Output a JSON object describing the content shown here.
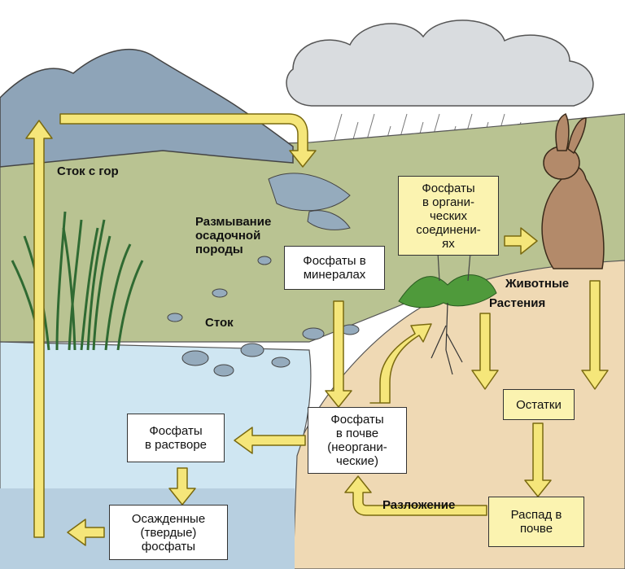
{
  "labels": {
    "mountain_runoff": "Сток с гор",
    "rock_erosion": "Размывание\nосадочной\nпороды",
    "runoff": "Сток",
    "animals": "Животные",
    "plants": "Растения",
    "decomposition": "Разложение"
  },
  "boxes": {
    "mineral_phosphates": "Фосфаты в\nминералах",
    "organic_phosphates": "Фосфаты\nв органи-\nческих\nсоединени-\nях",
    "soil_phosphates": "Фосфаты\nв почве\n(неоргани-\nческие)",
    "dissolved_phosphates": "Фосфаты\nв растворе",
    "precipitated_phosphates": "Осажденные\n(твердые)\nфосфаты",
    "remains": "Остатки",
    "soil_decay": "Распад в\nпочве"
  },
  "colors": {
    "arrow": "#f5e67a",
    "arrow_stroke": "#7a6a10",
    "water": "#cfe6f2",
    "mountain": "#8ea4b8",
    "grass": "#b9c392",
    "soil": "#efd9b4",
    "box_yellow": "#fbf3b0"
  }
}
